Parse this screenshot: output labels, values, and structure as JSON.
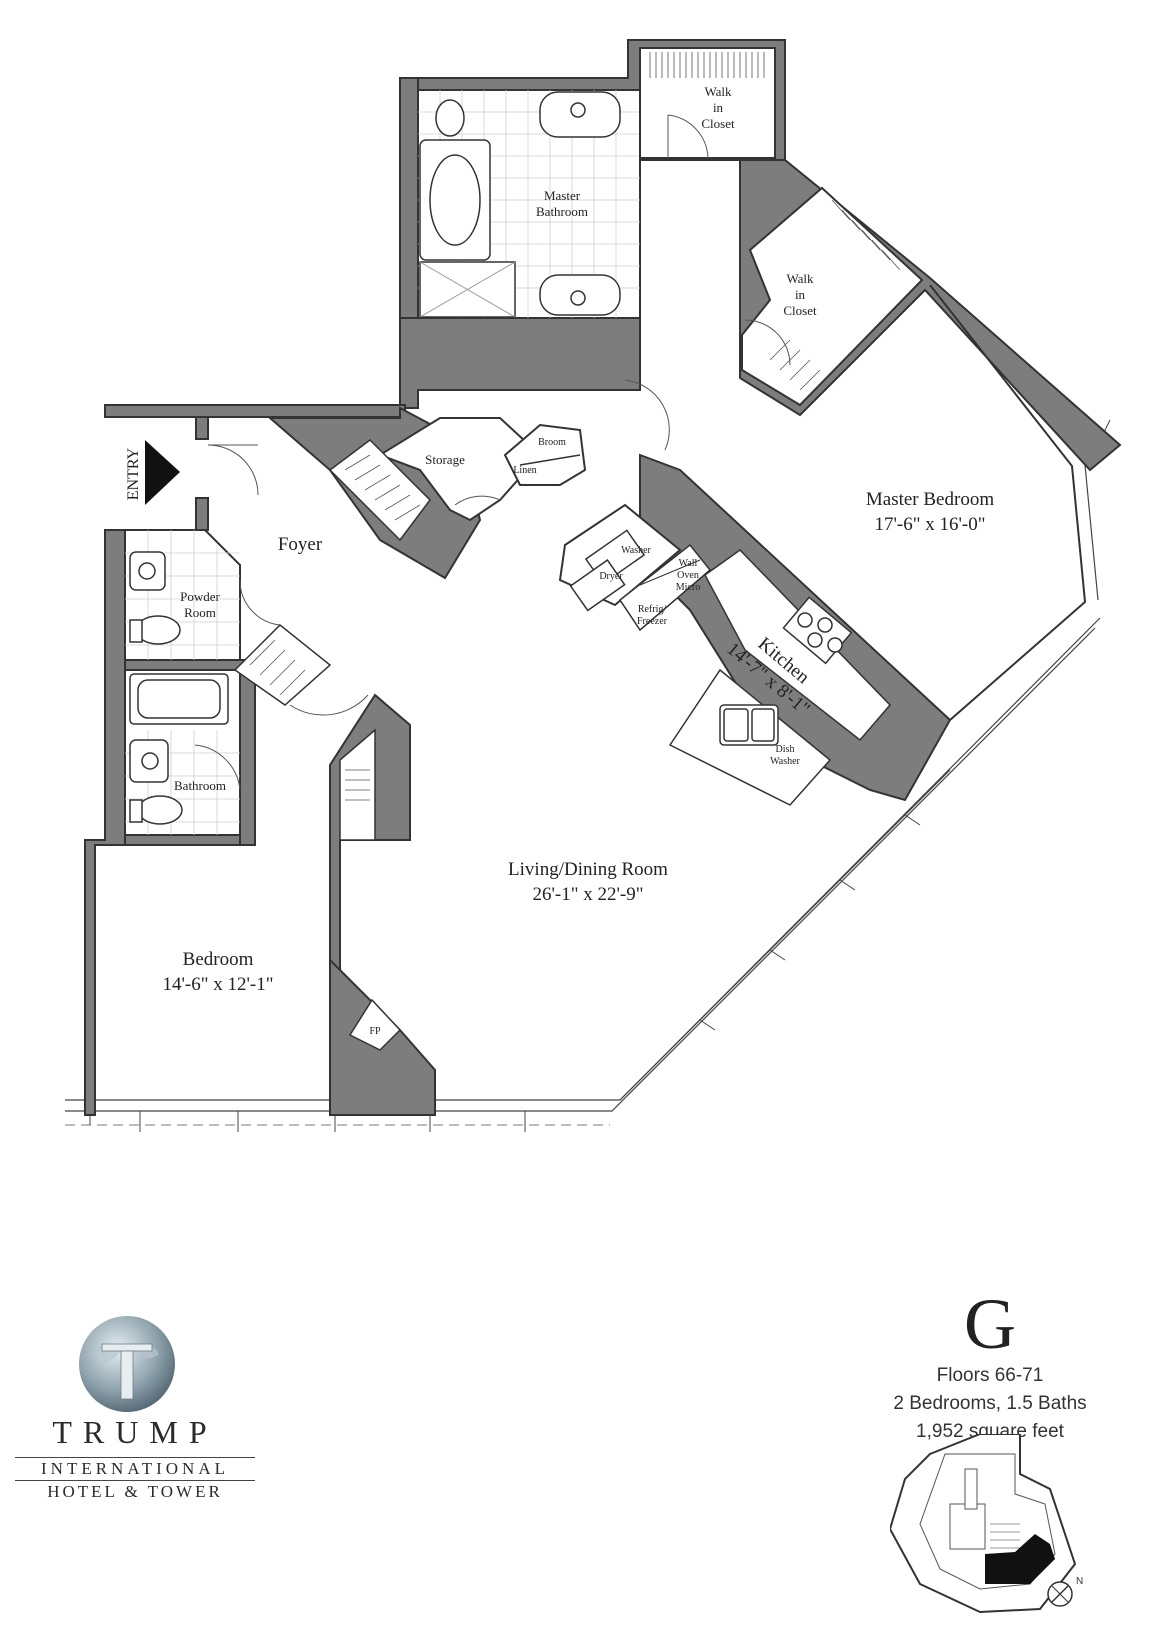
{
  "rooms": {
    "entry": "ENTRY",
    "walk_in_closet_top": [
      "Walk",
      "in",
      "Closet"
    ],
    "walk_in_closet_right": [
      "Walk",
      "in",
      "Closet"
    ],
    "master_bathroom": [
      "Master",
      "Bathroom"
    ],
    "storage": "Storage",
    "broom": "Broom",
    "linen": "Linen",
    "foyer": "Foyer",
    "powder_room": [
      "Powder",
      "Room"
    ],
    "washer": "Washer",
    "dryer": "Dryer",
    "wall_oven": [
      "Wall",
      "Oven",
      "Micro"
    ],
    "refrig": [
      "Refrig/",
      "Freezer"
    ],
    "kitchen": "Kitchen",
    "kitchen_dims": "14'-7\" x 8'-1\"",
    "dish_washer": [
      "Dish",
      "Washer"
    ],
    "master_bedroom": "Master Bedroom",
    "master_bedroom_dims": "17'-6\" x 16'-0\"",
    "bathroom": "Bathroom",
    "living_dining": "Living/Dining Room",
    "living_dining_dims": "26'-1\" x 22'-9\"",
    "bedroom": "Bedroom",
    "bedroom_dims": "14'-6\" x 12'-1\"",
    "fireplace": "FP"
  },
  "logo": {
    "name": "TRUMP",
    "line2": "INTERNATIONAL",
    "line3": "HOTEL & TOWER"
  },
  "unit": {
    "letter": "G",
    "floors": "Floors 66-71",
    "beds_baths": "2 Bedrooms, 1.5 Baths",
    "area": "1,952 square feet"
  },
  "compass": {
    "label": "N"
  },
  "colors": {
    "wall": "#7d7d7d",
    "line": "#333333"
  }
}
